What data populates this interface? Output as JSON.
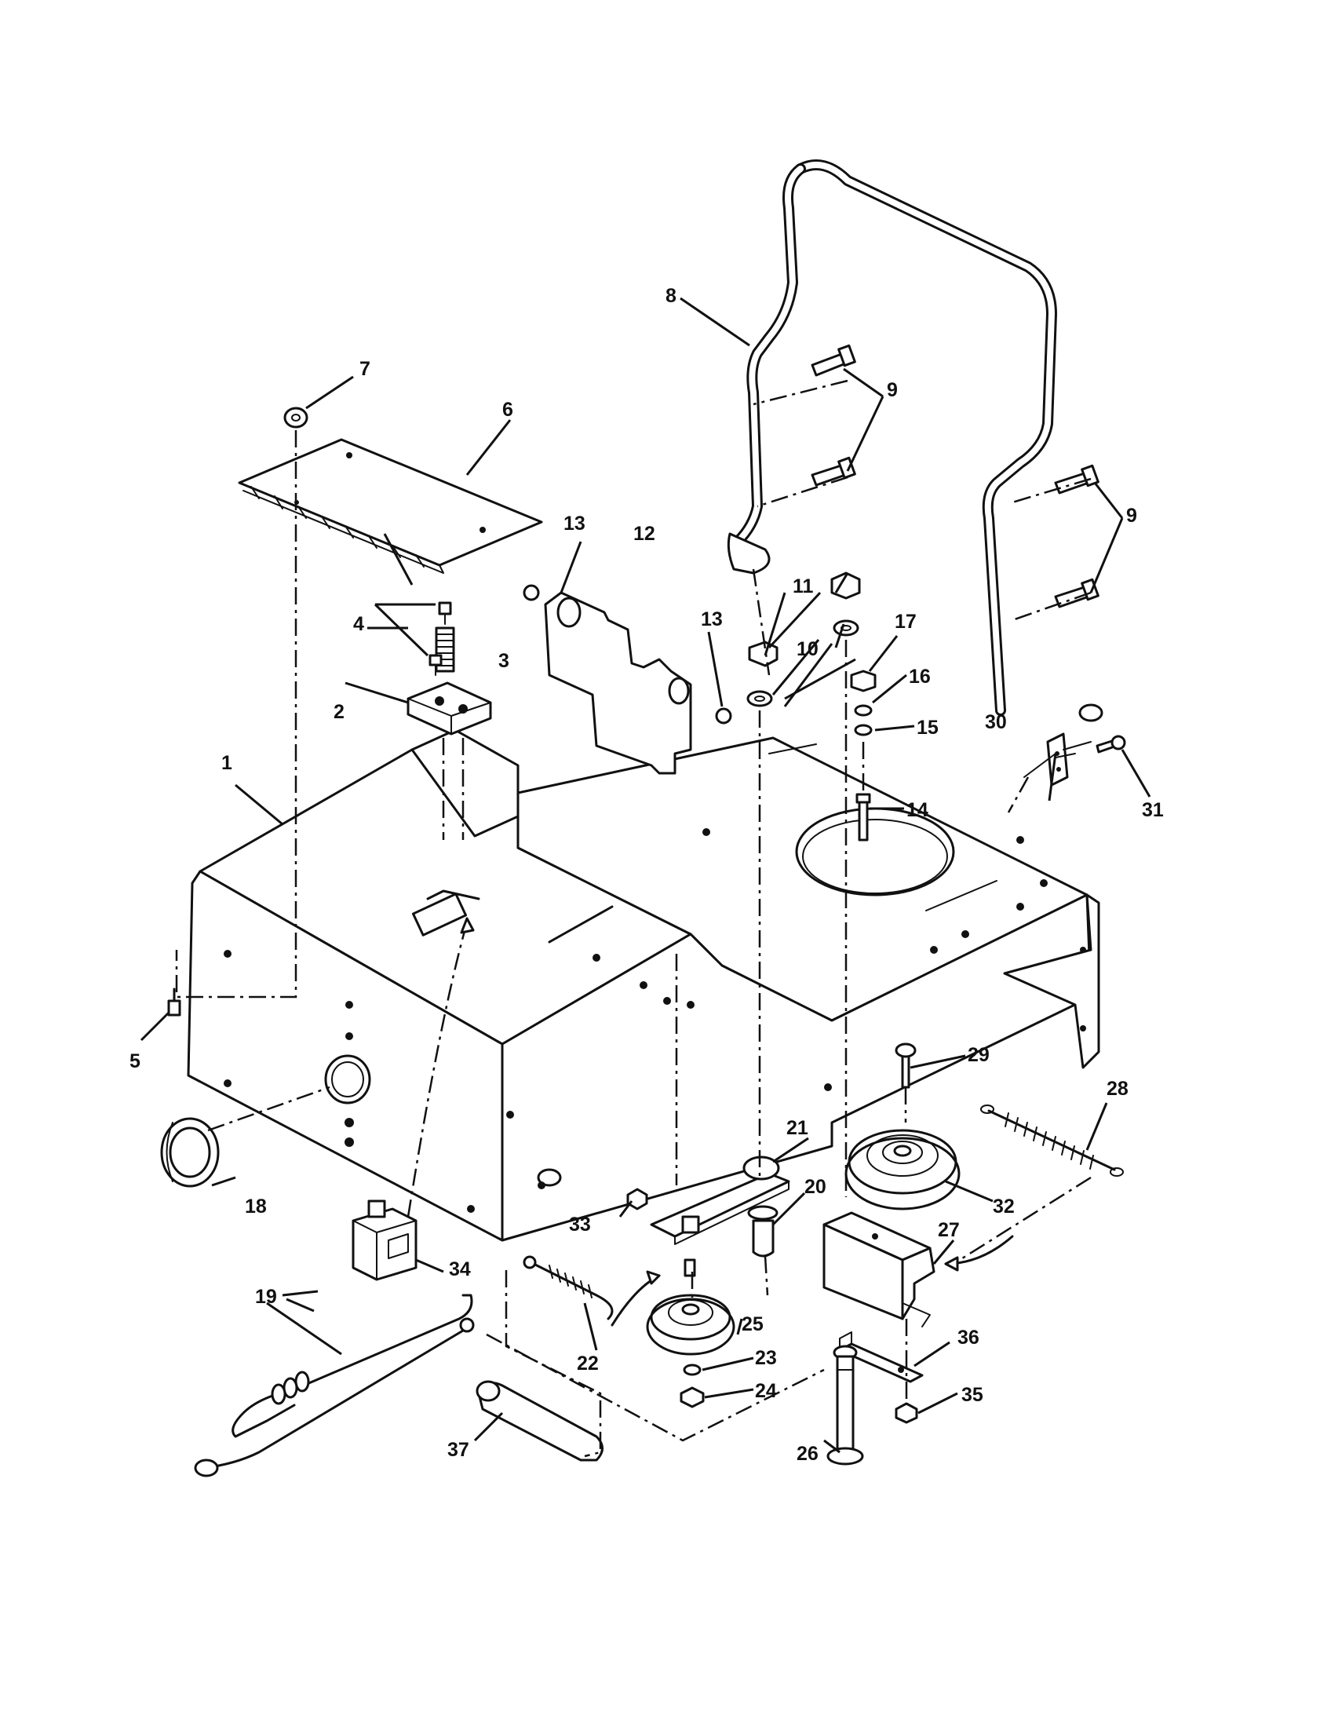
{
  "callouts": [
    {
      "id": "1",
      "label": "1"
    },
    {
      "id": "2",
      "label": "2"
    },
    {
      "id": "3",
      "label": "3"
    },
    {
      "id": "4",
      "label": "4"
    },
    {
      "id": "5",
      "label": "5"
    },
    {
      "id": "6",
      "label": "6"
    },
    {
      "id": "7",
      "label": "7"
    },
    {
      "id": "8",
      "label": "8"
    },
    {
      "id": "9a",
      "label": "9"
    },
    {
      "id": "9b",
      "label": "9"
    },
    {
      "id": "10",
      "label": "10"
    },
    {
      "id": "11",
      "label": "11"
    },
    {
      "id": "12",
      "label": "12"
    },
    {
      "id": "13a",
      "label": "13"
    },
    {
      "id": "13b",
      "label": "13"
    },
    {
      "id": "14",
      "label": "14"
    },
    {
      "id": "15",
      "label": "15"
    },
    {
      "id": "16",
      "label": "16"
    },
    {
      "id": "17",
      "label": "17"
    },
    {
      "id": "18",
      "label": "18"
    },
    {
      "id": "19",
      "label": "19"
    },
    {
      "id": "20",
      "label": "20"
    },
    {
      "id": "21",
      "label": "21"
    },
    {
      "id": "22",
      "label": "22"
    },
    {
      "id": "23",
      "label": "23"
    },
    {
      "id": "24",
      "label": "24"
    },
    {
      "id": "25",
      "label": "25"
    },
    {
      "id": "26",
      "label": "26"
    },
    {
      "id": "27",
      "label": "27"
    },
    {
      "id": "28",
      "label": "28"
    },
    {
      "id": "29",
      "label": "29"
    },
    {
      "id": "30",
      "label": "30"
    },
    {
      "id": "31",
      "label": "31"
    },
    {
      "id": "32",
      "label": "32"
    },
    {
      "id": "33",
      "label": "33"
    },
    {
      "id": "34",
      "label": "34"
    },
    {
      "id": "35",
      "label": "35"
    },
    {
      "id": "36",
      "label": "36"
    },
    {
      "id": "37",
      "label": "37"
    }
  ]
}
